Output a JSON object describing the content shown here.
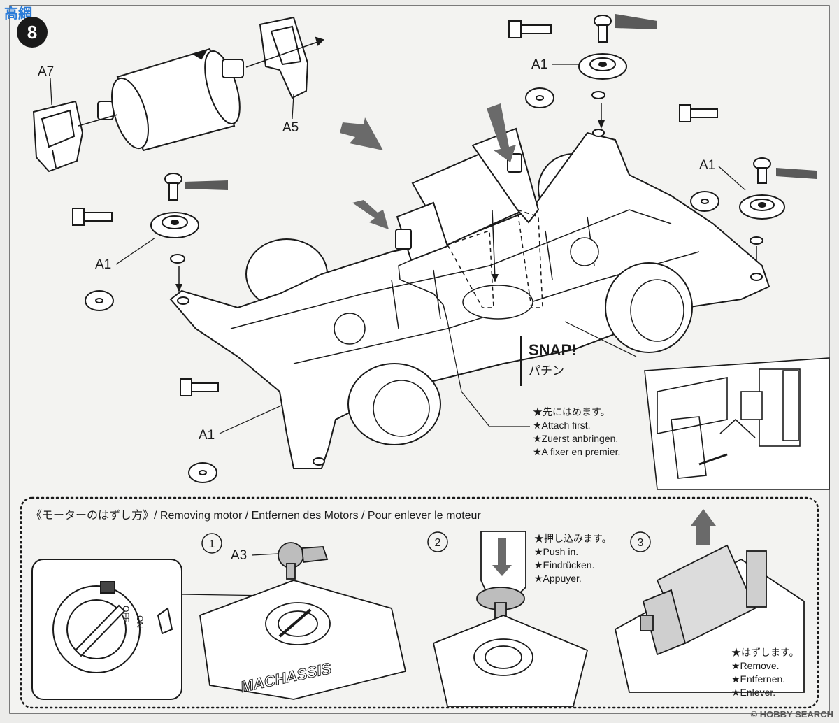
{
  "watermark_top": "高網",
  "step_number": "8",
  "labels": {
    "a7": "A7",
    "a5": "A5",
    "a1_top_right": "A1",
    "a1_right": "A1",
    "a1_left": "A1",
    "a1_bottom": "A1",
    "a3": "A3"
  },
  "snap": {
    "en": "SNAP!",
    "ja": "パチン"
  },
  "attach_note": [
    "★先にはめます。",
    "★Attach first.",
    "★Zuerst anbringen.",
    "★A fixer en premier."
  ],
  "removing_motor": {
    "header": "《モーターのはずし方》/ Removing motor / Entfernen des Motors / Pour enlever le moteur",
    "steps": [
      "1",
      "2",
      "3"
    ],
    "push_note": [
      "★押し込みます。",
      "★Push in.",
      "★Eindrücken.",
      "★Appuyer."
    ],
    "remove_note": [
      "★はずします。",
      "★Remove.",
      "★Entfernen.",
      "★Enlever."
    ]
  },
  "chassis_text": "MACHASSIS",
  "switch_marks": [
    "OFF",
    "ON"
  ],
  "watermark_bottom": "© HOBBY SEARCH"
}
